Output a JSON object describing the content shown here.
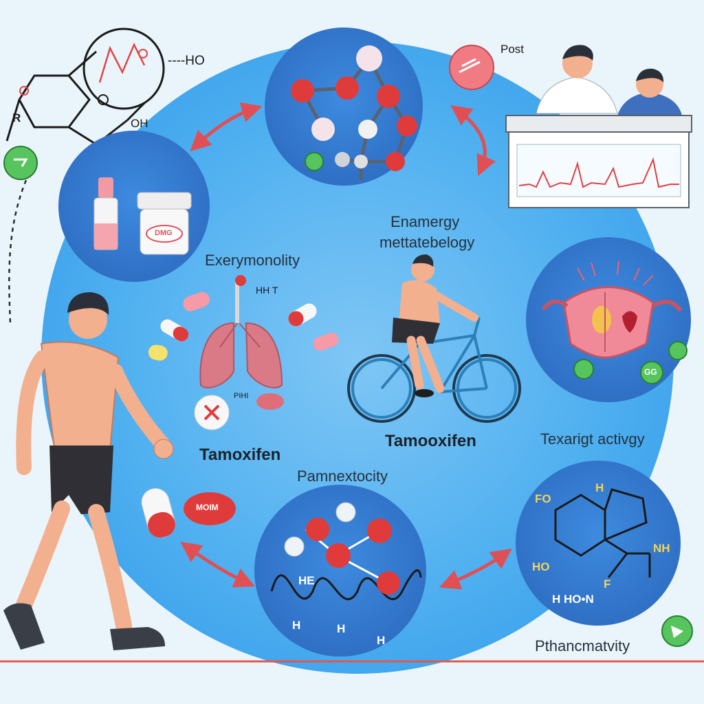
{
  "labels": {
    "energy_1": "Enamergy",
    "energy_2": "mettatebelogy",
    "exery": "Exerymonolity",
    "tamox_left": "Tamoxifen",
    "tamox_center": "Tamooxifen",
    "texarigt": "Texarigt activgy",
    "pamnex": "Pamnextocity",
    "phtanc": "Pthancmatvity"
  },
  "chem_text": {
    "ho_top": "----HO",
    "oh_left": "OH",
    "r_left": "R",
    "post": "Post",
    "lung_hh": "HH T",
    "lung_ph": "PIHI",
    "pill_label": "MOIM",
    "jar_label": "DMG",
    "green_pill": "GG",
    "he": "HE",
    "h1": "H",
    "h2": "H",
    "h3": "H",
    "fo": "FO",
    "h_top": "H",
    "ho_right": "HO",
    "nh": "NH",
    "h_hon": "H HO•N",
    "f_right": "F"
  },
  "colors": {
    "big_circle": "#3aa0ec",
    "node_circle": "#3f86d6",
    "arrow": "#e04f54",
    "atom_red": "#e03b3b",
    "pill_green": "#57c55d",
    "skin": "#f2b08f",
    "baseline": "#e2574c"
  }
}
